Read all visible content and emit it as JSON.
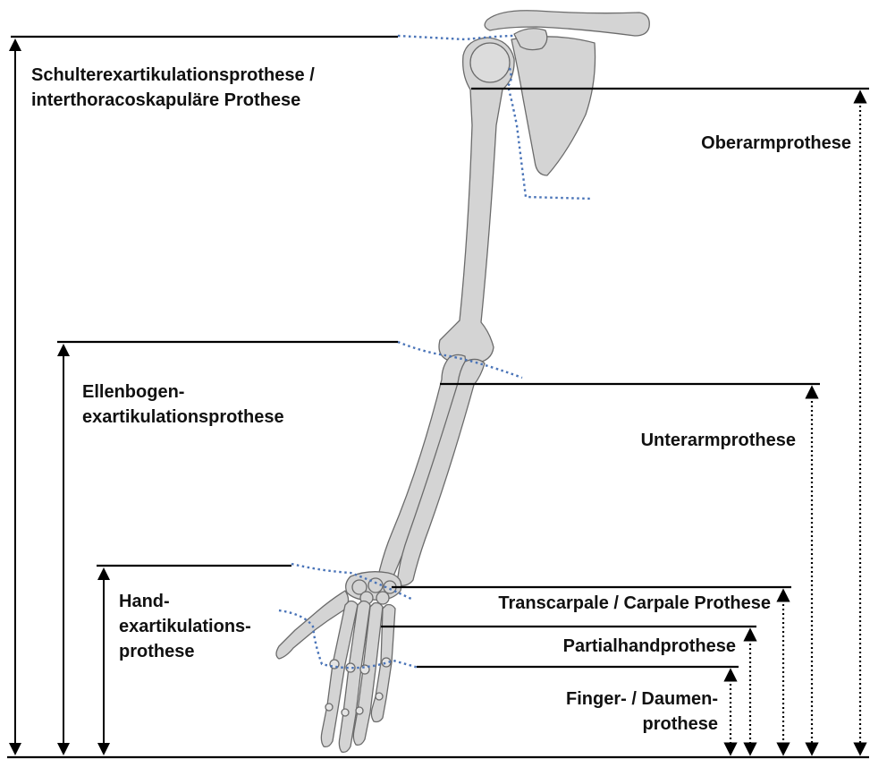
{
  "labels": {
    "shoulder": [
      "Schulterexartikulationsprothese /",
      "interthoracoskapuläre Prothese"
    ],
    "upper_arm": [
      "Oberarmprothese"
    ],
    "elbow": [
      "Ellenbogen-",
      "exartikulationsprothese"
    ],
    "forearm": [
      "Unterarmprothese"
    ],
    "hand_exart": [
      "Hand-",
      "exartikulations-",
      "prothese"
    ],
    "transcarpal": [
      "Transcarpale / Carpale Prothese"
    ],
    "partial_hand": [
      "Partialhandprothese"
    ],
    "finger": [
      "Finger- / Daumen-",
      "prothese"
    ]
  },
  "colors": {
    "bone_fill": "#d4d4d4",
    "bone_stroke": "#6b6b6b",
    "cut_line": "#4a74b8",
    "line": "#000000"
  }
}
